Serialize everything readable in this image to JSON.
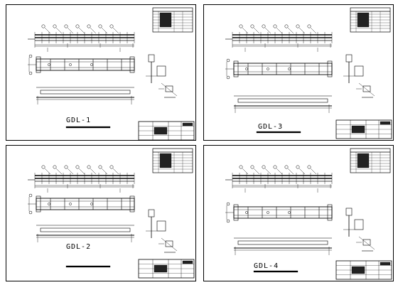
{
  "sheets": [
    {
      "id": "sheet-1",
      "label": "GDL-1"
    },
    {
      "id": "sheet-2",
      "label": "GDL-3"
    },
    {
      "id": "sheet-3",
      "label": "GDL-2"
    },
    {
      "id": "sheet-4",
      "label": "GDL-4"
    }
  ]
}
